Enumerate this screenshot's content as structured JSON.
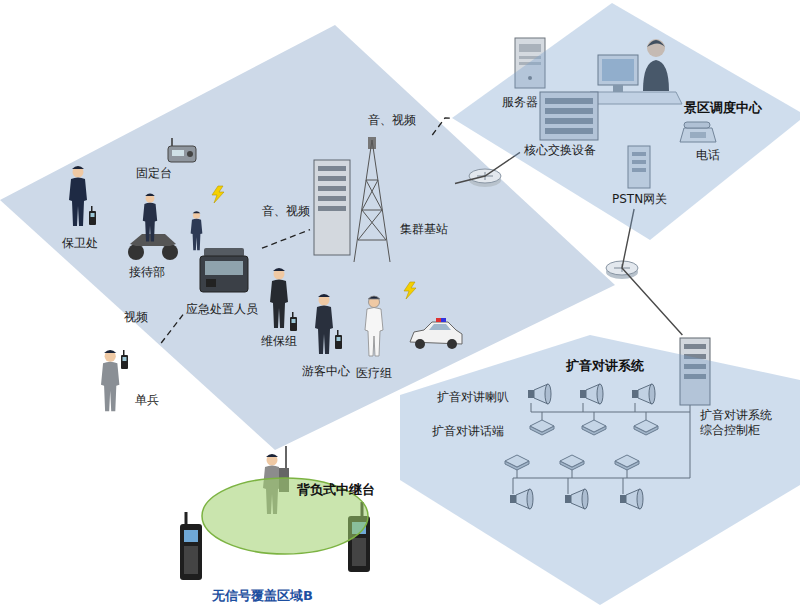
{
  "diagram": {
    "nodes": [
      {
        "text": [
          "景区调度中心"
        ]
      },
      {
        "text": [
          "服务器"
        ],
        "in": 0
      },
      {
        "text": [
          "核心交换设备"
        ],
        "in": 0
      },
      {
        "text": [
          "电话"
        ],
        "in": 0
      },
      {
        "text": [
          "PSTN网关"
        ],
        "in": 0
      },
      {
        "text": [
          "固定台"
        ]
      },
      {
        "text": [
          "保卫处"
        ]
      },
      {
        "text": [
          "接待部"
        ]
      },
      {
        "text": [
          "应急处置人员"
        ]
      },
      {
        "text": [
          "维保组"
        ]
      },
      {
        "text": [
          "游客中心"
        ]
      },
      {
        "text": [
          "医疗组"
        ]
      },
      {
        "text": [
          "集群基站"
        ]
      },
      {
        "text": [
          "单兵"
        ]
      },
      {
        "text": [
          "扩音对讲系统"
        ]
      },
      {
        "text": [
          "扩音对讲系统综合控制柜"
        ],
        "in": 14
      },
      {
        "text": [
          "背负式中继台"
        ]
      }
    ],
    "edges": [
      {
        "from": 12,
        "to": 0,
        "label": "音、视频",
        "arrow": "none"
      },
      {
        "from": 8,
        "to": 12,
        "label": "音、视频",
        "arrow": "none"
      },
      {
        "from": 13,
        "to": 8,
        "label": "视频",
        "arrow": "none"
      },
      {
        "from": 12,
        "to": 2,
        "arrow": "none"
      },
      {
        "from": 4,
        "to": 15,
        "arrow": "none"
      }
    ],
    "labels": [
      "扩音对讲喇叭",
      "扩音对讲话端",
      "无信号覆盖区域B"
    ]
  }
}
